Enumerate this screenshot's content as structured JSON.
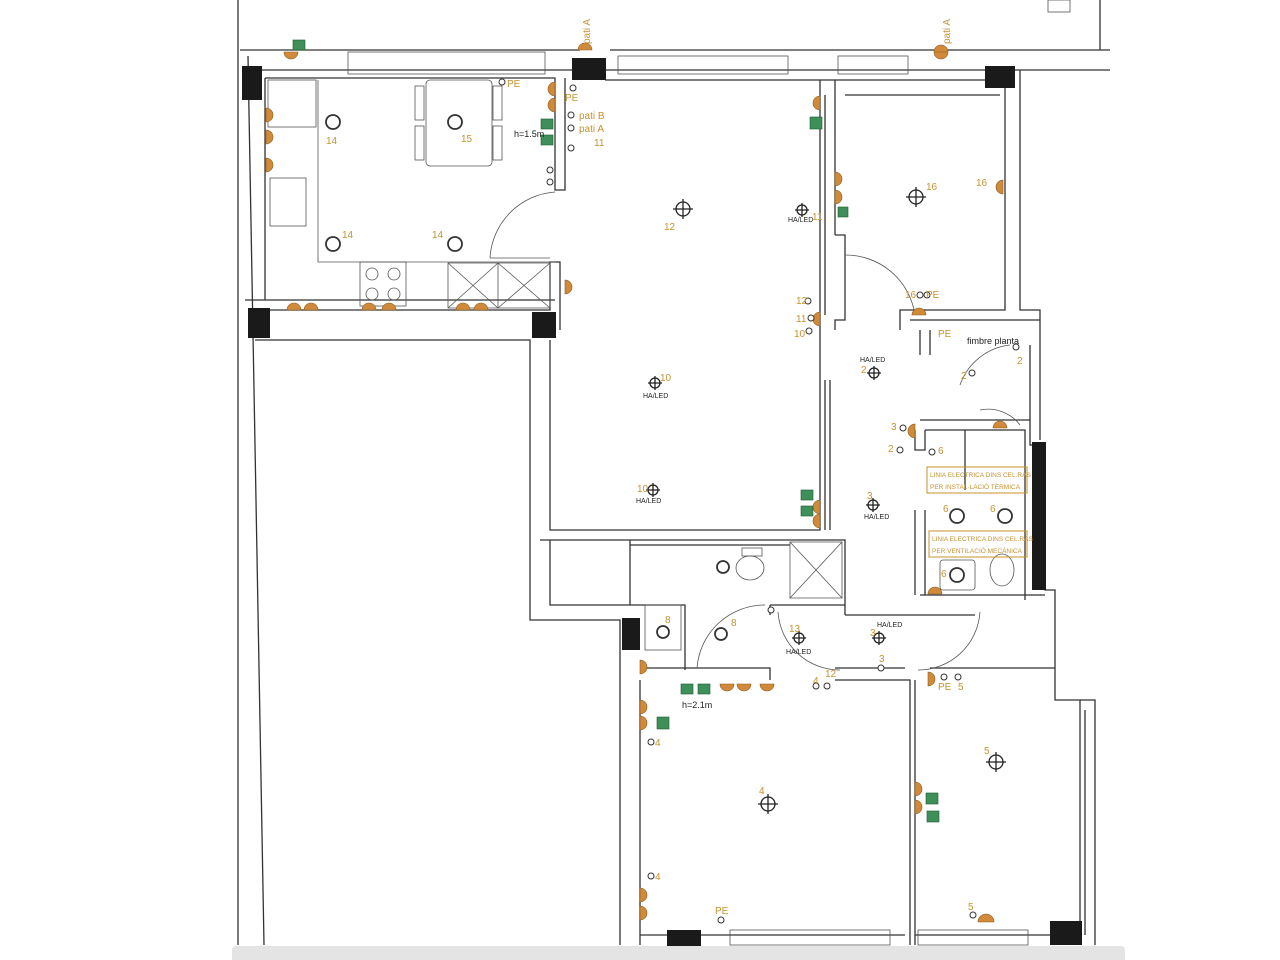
{
  "plan": {
    "title": "Electrical floor plan",
    "colors": {
      "label": "#c8922e",
      "socket": "#d08a3a",
      "data_outlet": "#3f8f5a",
      "wall": "#333333",
      "pillar": "#1a1a1a"
    },
    "labels": [
      "pati A",
      "pati A",
      "PE",
      "PE",
      "pati B",
      "pati A",
      "11",
      "h=1.5m",
      "14",
      "15",
      "14",
      "14",
      "12",
      "HA/LED",
      "11",
      "16",
      "16",
      "16",
      "PE",
      "12",
      "11",
      "10",
      "fimbre planta",
      "2",
      "2",
      "HA/LED",
      "2",
      "10",
      "HA/LED",
      "10",
      "HA/LED",
      "3",
      "2",
      "6",
      "3",
      "HA/LED",
      "6",
      "6",
      "6",
      "8",
      "8",
      "13",
      "HA/LED",
      "HA/LED",
      "3",
      "3",
      "4",
      "12",
      "PE",
      "5",
      "h=2.1m",
      "4",
      "5",
      "4",
      "4",
      "PE",
      "5",
      "PE"
    ],
    "notes": [
      {
        "line1": "LINIA ELECTRICA DINS CEL.RAS",
        "line2": "PER INSTAL·LACIÓ TÈRMICA"
      },
      {
        "line1": "LINIA ELECTRICA DINS CEL.RAS",
        "line2": "PER VENTILACIÓ MECÀNICA"
      }
    ]
  }
}
